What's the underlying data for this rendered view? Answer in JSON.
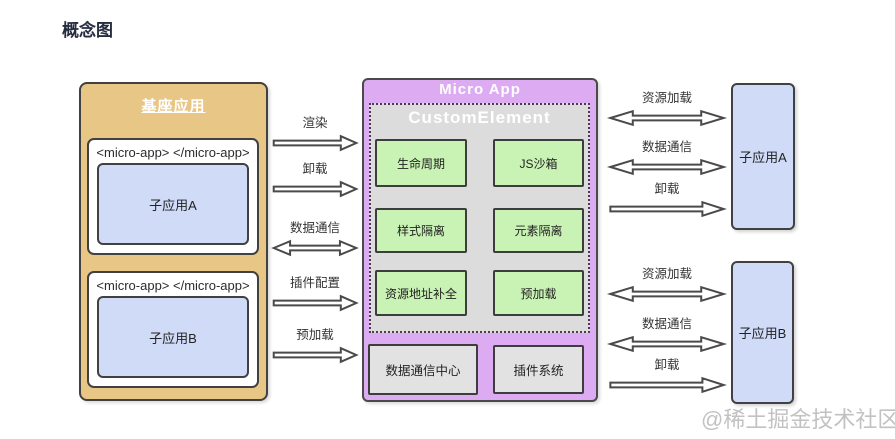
{
  "page": {
    "title": "概念图",
    "watermark": "@稀土掘金技术社区"
  },
  "colors": {
    "base_app_bg": "#e8c786",
    "sub_app_bg": "#cfdbf7",
    "micro_app_bg": "#ddabf1",
    "custom_element_bg": "#dcdcdc",
    "feature_bg": "#c9f3b4",
    "module_bg": "#e2e2e2",
    "border": "#414141"
  },
  "base_app": {
    "title": "基座应用",
    "slots": [
      {
        "tag": "<micro-app> </micro-app>",
        "app": "子应用A"
      },
      {
        "tag": "<micro-app> </micro-app>",
        "app": "子应用B"
      }
    ]
  },
  "micro_app": {
    "title": "Micro App",
    "custom_element": {
      "title": "CustomElement",
      "features": [
        "生命周期",
        "JS沙箱",
        "样式隔离",
        "元素隔离",
        "资源地址补全",
        "预加载"
      ]
    },
    "modules": [
      "数据通信中心",
      "插件系统"
    ]
  },
  "base_to_micro_arrows": [
    {
      "label": "渲染",
      "direction": "right"
    },
    {
      "label": "卸载",
      "direction": "right"
    },
    {
      "label": "数据通信",
      "direction": "both"
    },
    {
      "label": "插件配置",
      "direction": "right"
    },
    {
      "label": "预加载",
      "direction": "right"
    }
  ],
  "micro_to_subapp_a_arrows": [
    {
      "label": "资源加载",
      "direction": "both"
    },
    {
      "label": "数据通信",
      "direction": "both"
    },
    {
      "label": "卸载",
      "direction": "right"
    }
  ],
  "micro_to_subapp_b_arrows": [
    {
      "label": "资源加载",
      "direction": "both"
    },
    {
      "label": "数据通信",
      "direction": "both"
    },
    {
      "label": "卸载",
      "direction": "right"
    }
  ],
  "sub_apps": [
    {
      "label": "子应用A"
    },
    {
      "label": "子应用B"
    }
  ]
}
